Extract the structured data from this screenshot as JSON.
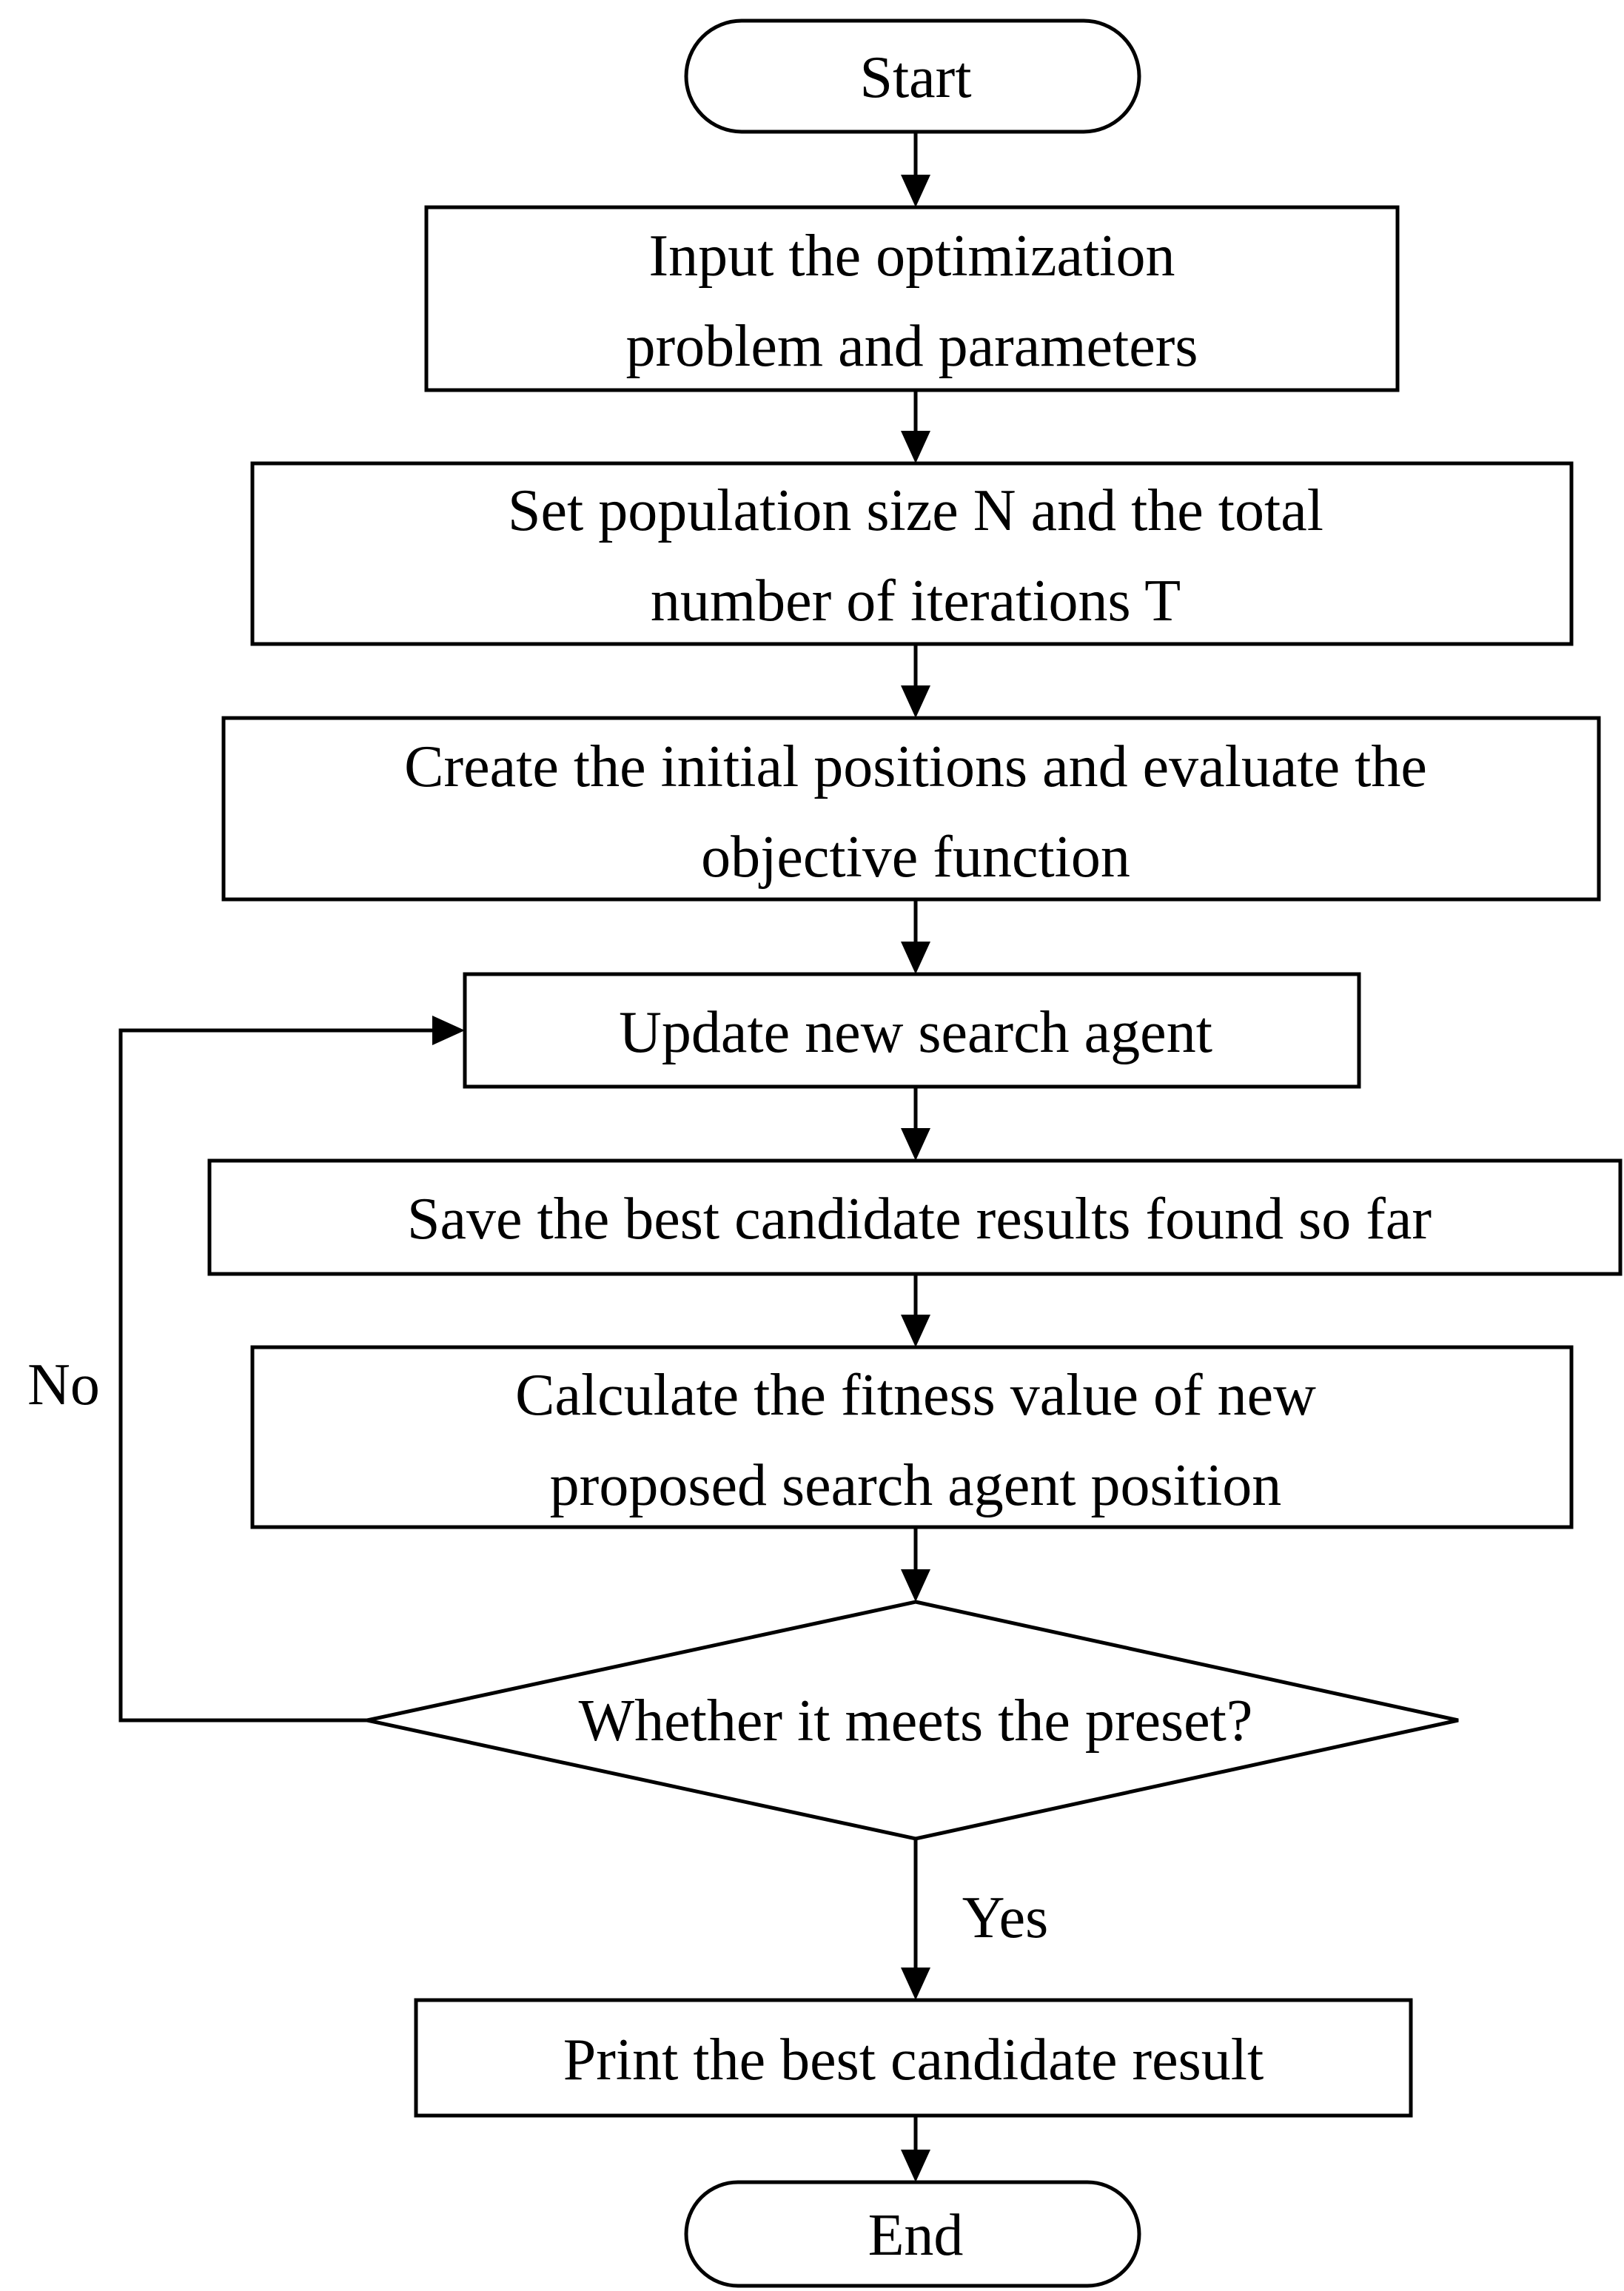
{
  "nodes": {
    "start": {
      "shape": "terminator",
      "lines": [
        "Start"
      ]
    },
    "input": {
      "shape": "process",
      "lines": [
        "Input the optimization",
        "problem and parameters"
      ]
    },
    "set": {
      "shape": "process",
      "lines": [
        "Set population size N and the total",
        "number of iterations T"
      ]
    },
    "create": {
      "shape": "process",
      "lines": [
        "Create the initial positions and evaluate the",
        "objective function"
      ]
    },
    "update": {
      "shape": "process",
      "lines": [
        "Update new search agent"
      ]
    },
    "save": {
      "shape": "process",
      "lines": [
        "Save the best candidate results found so far"
      ]
    },
    "calc": {
      "shape": "process",
      "lines": [
        "Calculate the fitness value of new",
        "proposed search agent position"
      ]
    },
    "decide": {
      "shape": "decision",
      "lines": [
        "Whether it meets the preset?"
      ]
    },
    "print": {
      "shape": "process",
      "lines": [
        "Print the best candidate result"
      ]
    },
    "end": {
      "shape": "terminator",
      "lines": [
        "End"
      ]
    }
  },
  "edges": {
    "no_label": "No",
    "yes_label": "Yes"
  }
}
